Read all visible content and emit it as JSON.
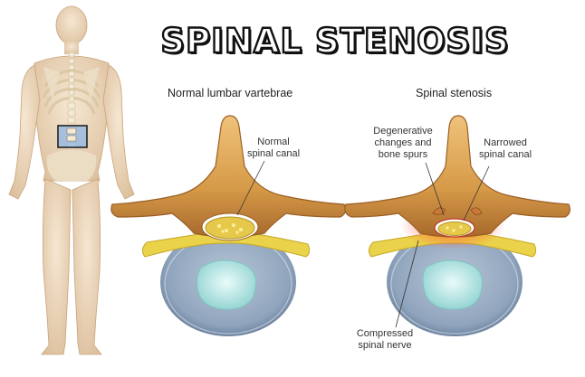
{
  "title": "SPINAL STENOSIS",
  "panels": [
    {
      "label": "Normal lumbar vartebrae",
      "callouts": [
        {
          "line1": "Normal",
          "line2": "spinal canal"
        }
      ]
    },
    {
      "label": "Spinal stenosis",
      "callouts": [
        {
          "line1": "Degenerative",
          "line2": "changes and",
          "line3": "bone spurs"
        },
        {
          "line1": "Narrowed",
          "line2": "spinal canal"
        },
        {
          "line1": "Compressed",
          "line2": "spinal nerve"
        }
      ]
    }
  ],
  "colors": {
    "bone": "#d9a552",
    "bone_dark": "#a8692c",
    "disc_outer": "#8fa4bd",
    "disc_inner": "#c9ebea",
    "nerve": "#ead24a",
    "inflammation": "#e8493a",
    "body_skin": "#efdcc4",
    "highlight_box": "#8db7e6"
  }
}
